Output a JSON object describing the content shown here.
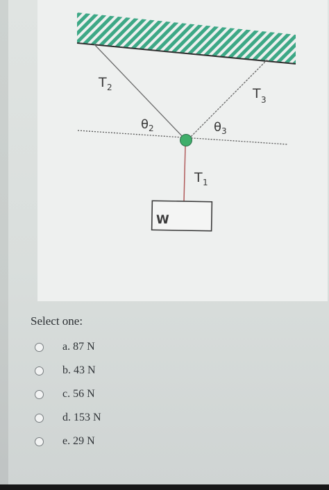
{
  "diagram": {
    "labels": {
      "t2": "T",
      "t2_sub": "2",
      "t3": "T",
      "t3_sub": "3",
      "t1": "T",
      "t1_sub": "1",
      "theta2": "θ",
      "theta2_sub": "2",
      "theta3": "θ",
      "theta3_sub": "3",
      "weight": "W"
    },
    "colors": {
      "hatch": "#3da886",
      "knot": "#3fae6a",
      "rope_vertical": "#b05a5a",
      "box_border": "#3a3a3a"
    }
  },
  "question": {
    "prompt": "Select one:",
    "options": [
      {
        "label": "a. 87 N"
      },
      {
        "label": "b. 43 N"
      },
      {
        "label": "c. 56 N"
      },
      {
        "label": "d. 153 N"
      },
      {
        "label": "e. 29 N"
      }
    ]
  }
}
